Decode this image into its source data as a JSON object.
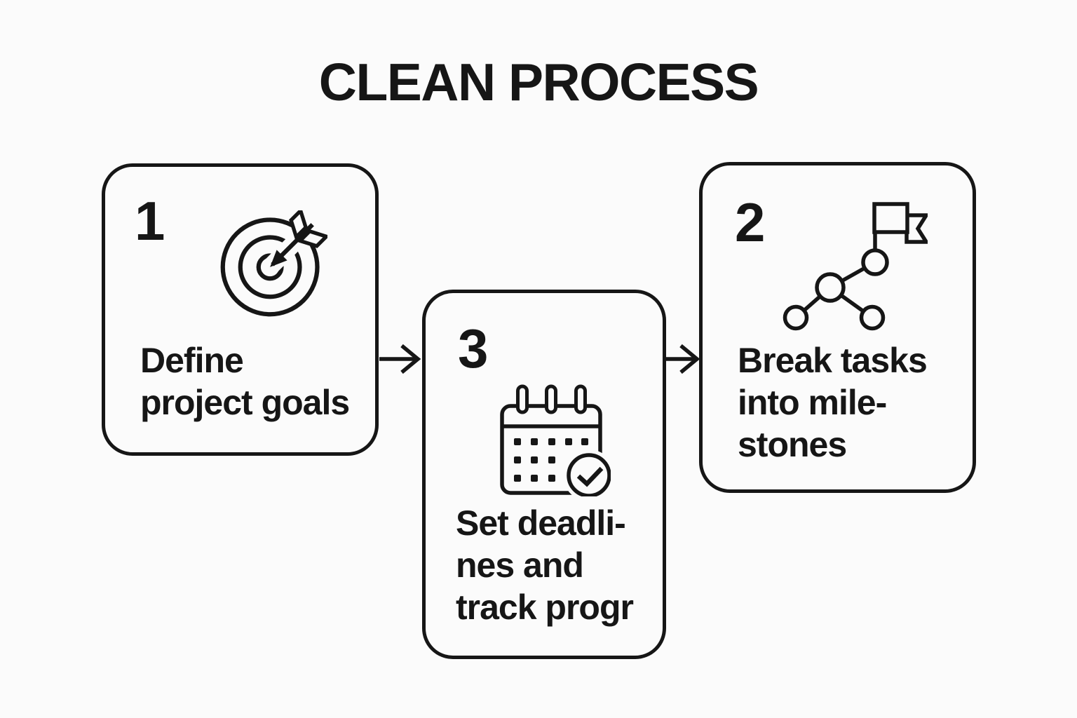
{
  "title": "CLEAN PROCESS",
  "colors": {
    "ink": "#161616",
    "bg": "#fbfbfb"
  },
  "cards": [
    {
      "number": "1",
      "icon": "target-dart-icon",
      "lines": [
        "Define",
        "project goals"
      ]
    },
    {
      "number": "3",
      "icon": "calendar-check-icon",
      "lines": [
        "Set deadli-",
        "nes and",
        "track progr"
      ]
    },
    {
      "number": "2",
      "icon": "milestone-flag-icon",
      "lines": [
        "Break tasks",
        "into mile-",
        "stones"
      ]
    }
  ],
  "arrows": [
    {
      "name": "flow-arrow-step1-to-step3"
    },
    {
      "name": "flow-arrow-step3-to-step2"
    }
  ]
}
